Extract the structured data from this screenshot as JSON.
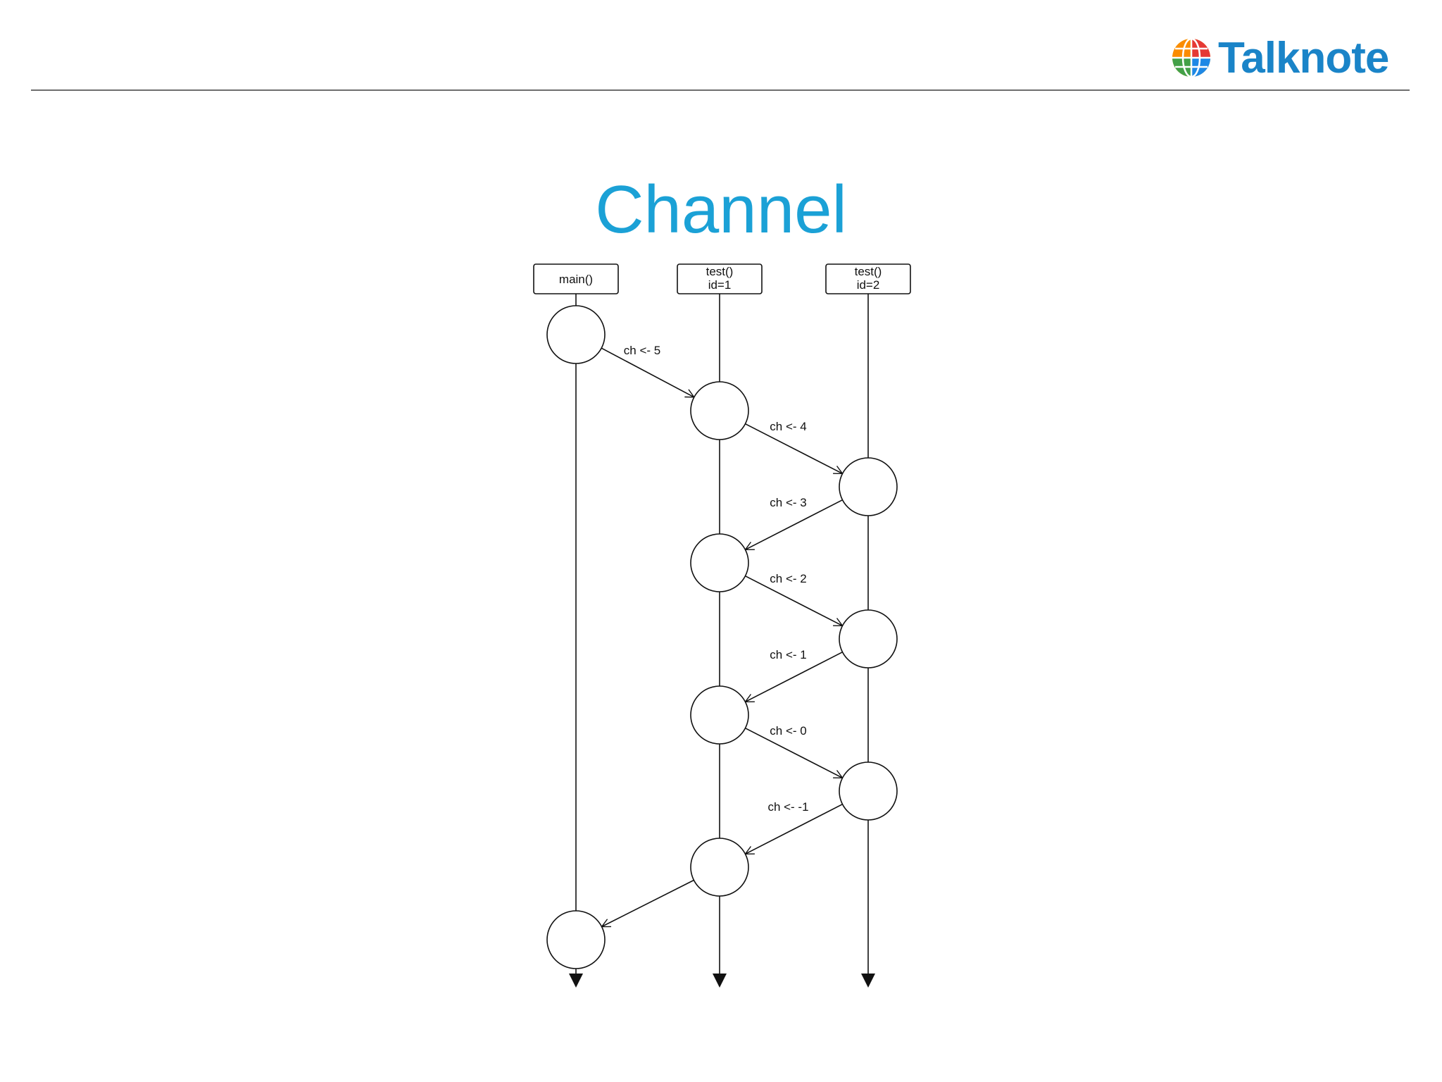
{
  "brand": {
    "name": "Talknote",
    "logo_icon": "globe-icon"
  },
  "slide": {
    "title": "Channel"
  },
  "diagram": {
    "type": "sequence",
    "lanes": [
      {
        "id": "main",
        "label_lines": [
          "main()"
        ]
      },
      {
        "id": "t1",
        "label_lines": [
          "test()",
          "id=1"
        ]
      },
      {
        "id": "t2",
        "label_lines": [
          "test()",
          "id=2"
        ]
      }
    ],
    "messages": [
      {
        "from": "main",
        "to": "t1",
        "label": "ch <- 5"
      },
      {
        "from": "t1",
        "to": "t2",
        "label": "ch <- 4"
      },
      {
        "from": "t2",
        "to": "t1",
        "label": "ch <- 3"
      },
      {
        "from": "t1",
        "to": "t2",
        "label": "ch <- 2"
      },
      {
        "from": "t2",
        "to": "t1",
        "label": "ch <- 1"
      },
      {
        "from": "t1",
        "to": "t2",
        "label": "ch <- 0"
      },
      {
        "from": "t2",
        "to": "t1",
        "label": "ch <- -1"
      },
      {
        "from": "t1",
        "to": "main",
        "label": ""
      }
    ]
  }
}
